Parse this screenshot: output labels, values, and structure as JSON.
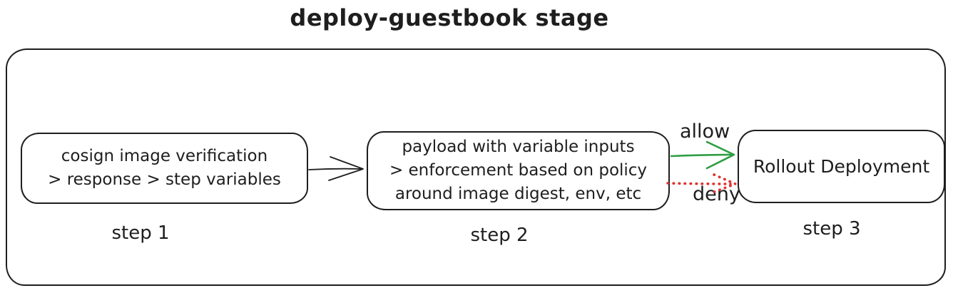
{
  "title": "deploy-guestbook stage",
  "diagram": {
    "boxes": [
      {
        "id": "step-1",
        "lines": [
          "cosign image verification",
          "> response > step variables"
        ],
        "label": "step 1"
      },
      {
        "id": "step-2",
        "lines": [
          "payload with variable inputs",
          "> enforcement based on policy",
          "around image digest, env, etc"
        ],
        "label": "step 2"
      },
      {
        "id": "step-3",
        "lines": [
          "Rollout Deployment"
        ],
        "label": "step 3"
      }
    ],
    "arrows": [
      {
        "from": "step-1",
        "to": "step-2",
        "label": "",
        "style": "solid"
      },
      {
        "from": "step-2",
        "to": "step-3",
        "label": "allow",
        "style": "solid"
      },
      {
        "from": "step-2",
        "to": "step-3",
        "label": "deny",
        "style": "dotted"
      }
    ]
  },
  "colors": {
    "stroke": "#1e1e1e",
    "allow": "#2f9e44",
    "deny": "#e03131",
    "background": "#ffffff"
  }
}
